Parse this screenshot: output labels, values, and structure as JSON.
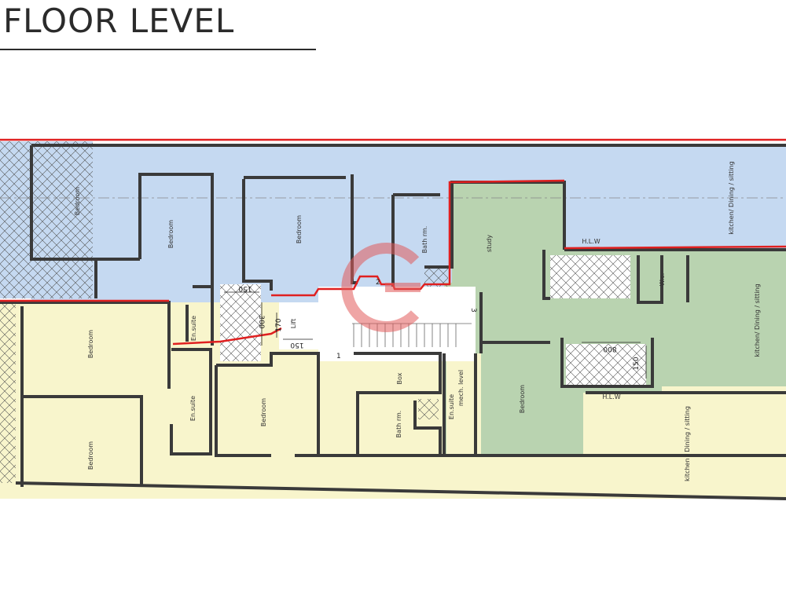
{
  "title": "FLOOR LEVEL",
  "colors": {
    "blue_unit": "#c5d9f1",
    "green_unit": "#b9d3b0",
    "yellow_unit": "#f8f5cc",
    "wall": "#3a3a3a",
    "boundary": "#e02020",
    "watermark": "#e15b5b"
  },
  "rooms": {
    "bedroom_a": "Bedroom",
    "bedroom_b": "Bedroom",
    "bedroom_c": "Bedroom",
    "bathrm_top": "Bath rm.",
    "study": "study",
    "kds_top": "kitchen/ Dining / sitting",
    "wc": "W.c.",
    "kds_mid": "kitchen/ Dining / sitting",
    "ensuite_top": "En.suite",
    "lift": "Lift",
    "bedroom_y1": "Bedroom",
    "bedroom_y2": "Bedroom",
    "ensuite_y": "En.suite",
    "bedroom_y3": "Bedroom",
    "box": "Box",
    "bathrm_y": "Bath rm.",
    "ensuite_mech": "En.suite",
    "mech_level": "mech. level",
    "bedroom_g": "Bedroom",
    "kds_bottom": "kitchen / Dining / sitting"
  },
  "labels": {
    "hlw_top": "H.L.W",
    "hlw_bottom": "H.L.W"
  },
  "dimensions": {
    "d150_top": "150",
    "d300": "300",
    "d170": "170",
    "d150_lift": "150",
    "d800": "800",
    "d150_right": "150"
  },
  "stair_numbers": {
    "n1": "1",
    "n2": "2",
    "n3": "3"
  }
}
